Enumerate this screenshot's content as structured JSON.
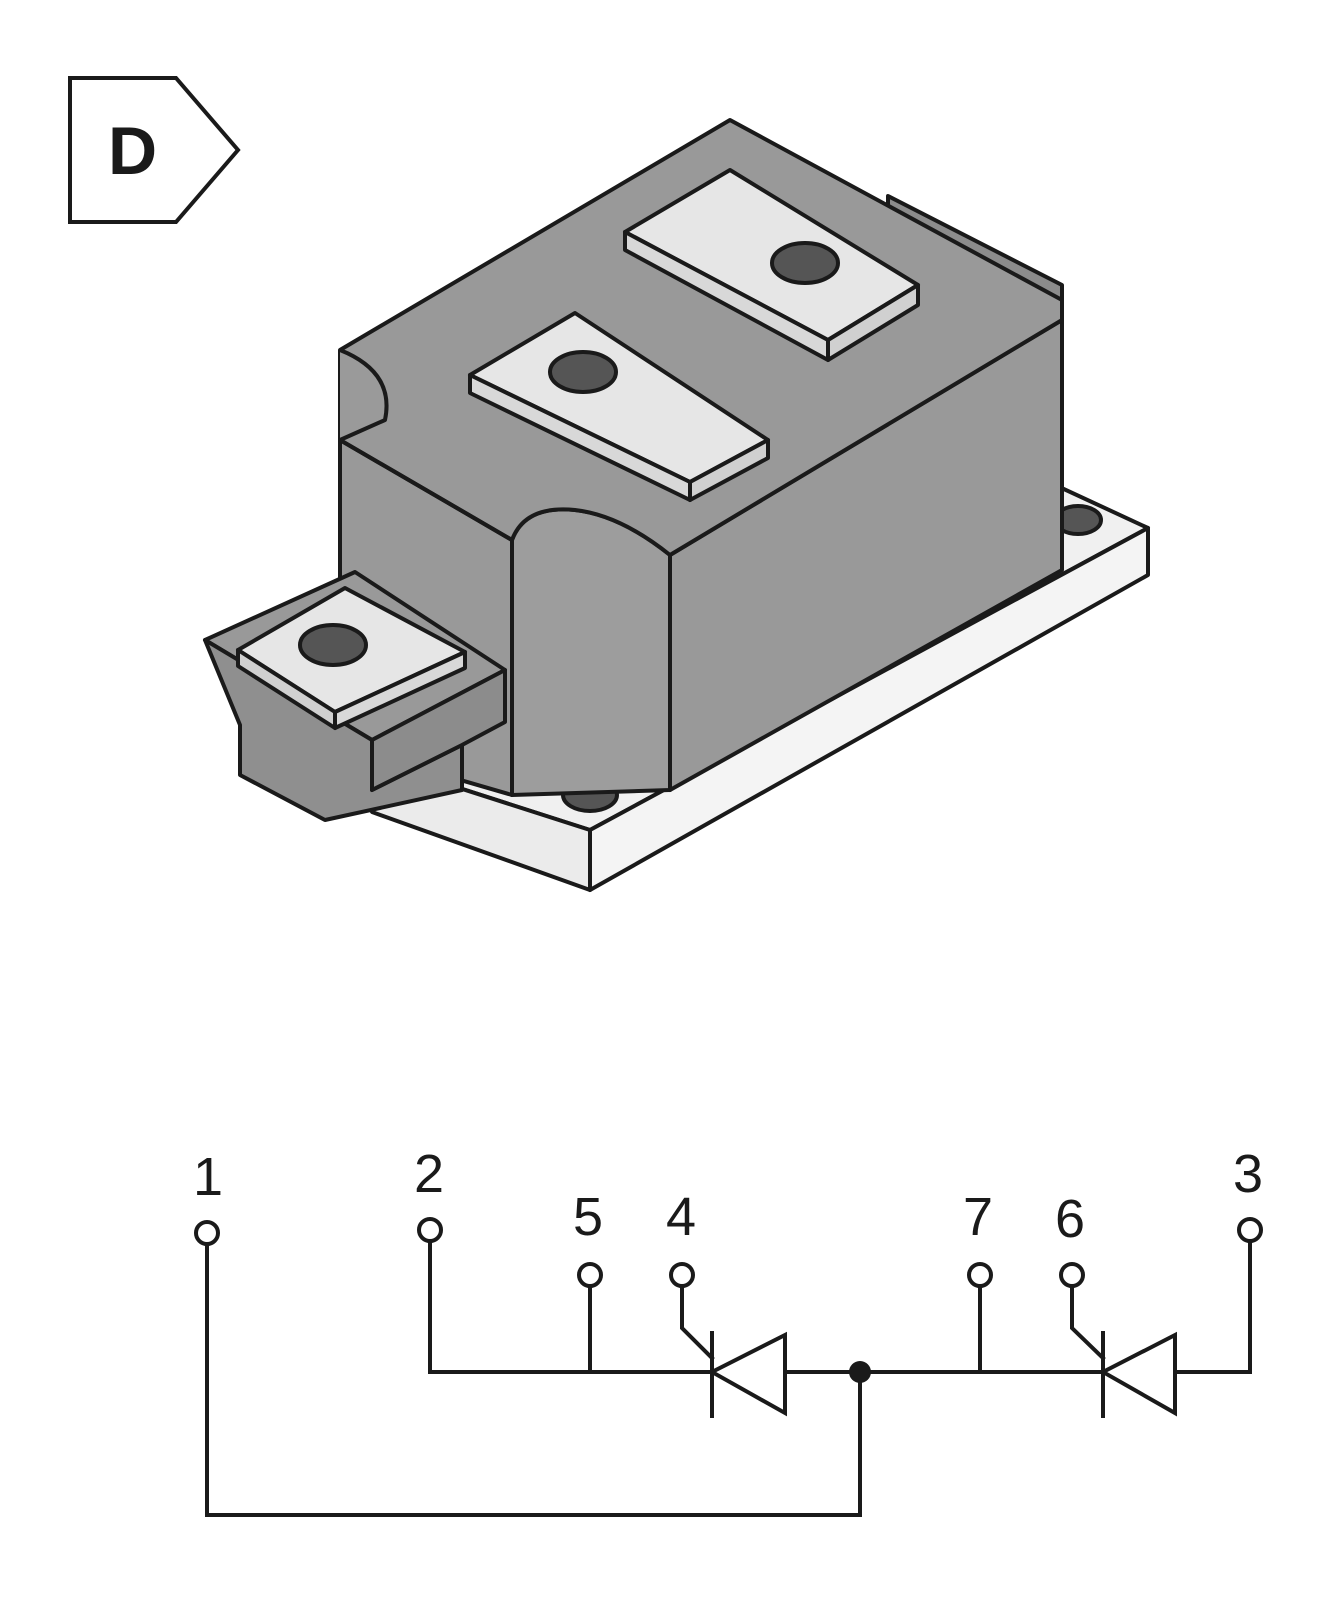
{
  "package_badge": {
    "letter": "D"
  },
  "schematic": {
    "pins": [
      {
        "id": "pin-1",
        "label": "1"
      },
      {
        "id": "pin-2",
        "label": "2"
      },
      {
        "id": "pin-3",
        "label": "3"
      },
      {
        "id": "pin-4",
        "label": "4"
      },
      {
        "id": "pin-5",
        "label": "5"
      },
      {
        "id": "pin-6",
        "label": "6"
      },
      {
        "id": "pin-7",
        "label": "7"
      }
    ]
  },
  "colors": {
    "body": "#999999",
    "terminal": "#e6e6e6",
    "baseplate": "#f0f0f0",
    "hole": "#555555",
    "line": "#1a1a1a"
  }
}
